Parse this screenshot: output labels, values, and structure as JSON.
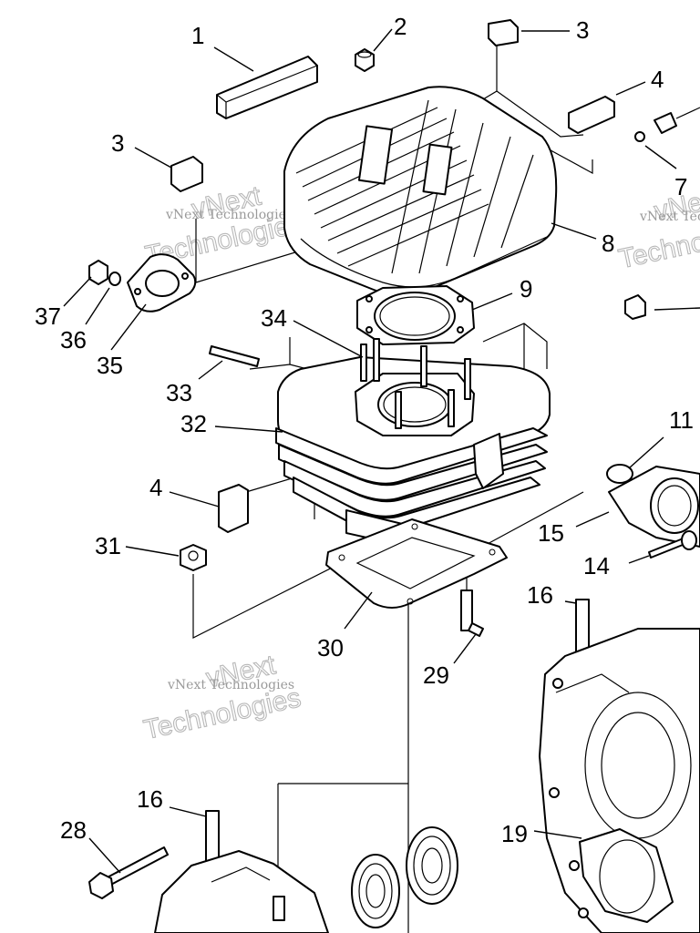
{
  "callouts": [
    {
      "id": "c1",
      "text": "1"
    },
    {
      "id": "c2",
      "text": "2"
    },
    {
      "id": "c3a",
      "text": "3"
    },
    {
      "id": "c3b",
      "text": "3"
    },
    {
      "id": "c4a",
      "text": "4"
    },
    {
      "id": "c4b",
      "text": "4"
    },
    {
      "id": "c7",
      "text": "7"
    },
    {
      "id": "c8",
      "text": "8"
    },
    {
      "id": "c9",
      "text": "9"
    },
    {
      "id": "c11",
      "text": "11"
    },
    {
      "id": "c14",
      "text": "14"
    },
    {
      "id": "c15",
      "text": "15"
    },
    {
      "id": "c16a",
      "text": "16"
    },
    {
      "id": "c16b",
      "text": "16"
    },
    {
      "id": "c19",
      "text": "19"
    },
    {
      "id": "c28",
      "text": "28"
    },
    {
      "id": "c29",
      "text": "29"
    },
    {
      "id": "c30",
      "text": "30"
    },
    {
      "id": "c31",
      "text": "31"
    },
    {
      "id": "c32",
      "text": "32"
    },
    {
      "id": "c33",
      "text": "33"
    },
    {
      "id": "c34",
      "text": "34"
    },
    {
      "id": "c35",
      "text": "35"
    },
    {
      "id": "c36",
      "text": "36"
    },
    {
      "id": "c37",
      "text": "37"
    }
  ],
  "watermark": {
    "brand_line1": "vNext",
    "brand_line2": "Technologies",
    "small": "vNext Technologies"
  }
}
